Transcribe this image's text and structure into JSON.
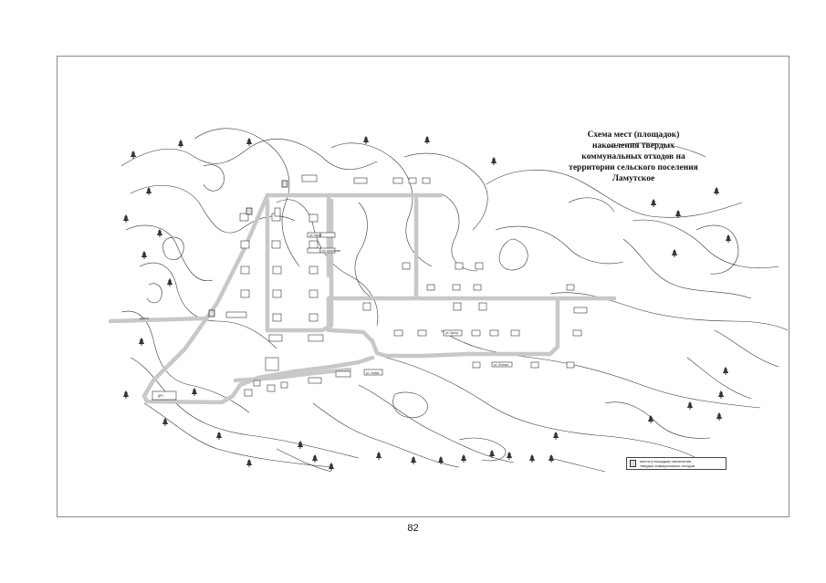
{
  "map": {
    "title": "Схема мест (площадок)\nнакопления твердых\nкоммунальных отходов на\nтерритории сельского поселения\nЛамутское",
    "legend": {
      "symbol": "collection-point-icon",
      "text": "места (площадки) накопления\nтвердых коммунальных отходов"
    },
    "colors": {
      "road": "#c8c8c8",
      "line": "#333333",
      "tree": "#333333"
    }
  },
  "page": {
    "number": "82"
  }
}
